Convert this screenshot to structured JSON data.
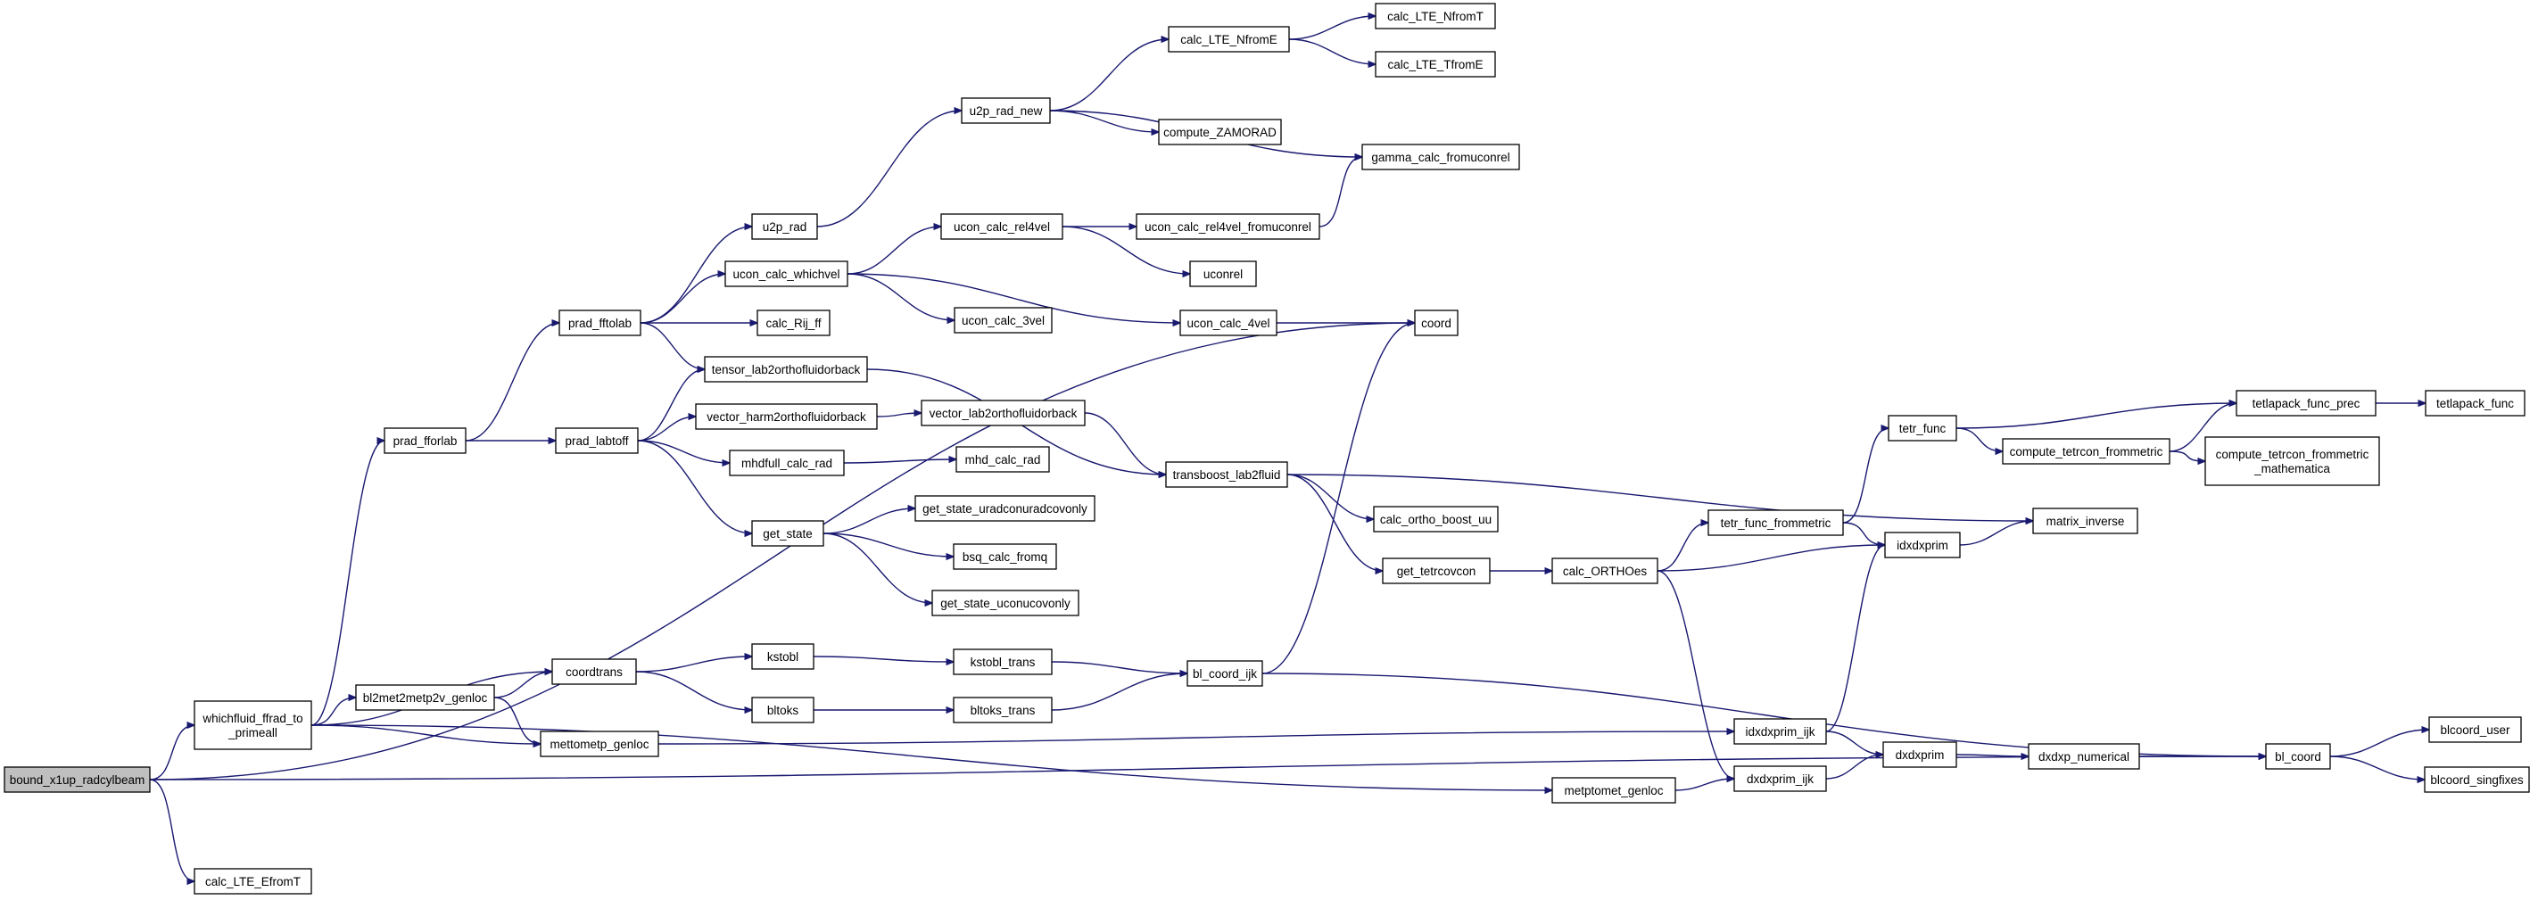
{
  "graph": {
    "root": "bound_x1up_radcylbeam",
    "nodes": [
      {
        "id": "root",
        "label": [
          "bound_x1up_radcylbeam"
        ],
        "root": true
      },
      {
        "id": "whichfluid",
        "label": [
          "whichfluid_ffrad_to",
          "_primeall"
        ]
      },
      {
        "id": "calcLTEEfromT",
        "label": [
          "calc_LTE_EfromT"
        ]
      },
      {
        "id": "coord",
        "label": [
          "coord"
        ]
      },
      {
        "id": "blcoord",
        "label": [
          "bl_coord"
        ]
      },
      {
        "id": "pradfforlab",
        "label": [
          "prad_fforlab"
        ]
      },
      {
        "id": "coordtrans",
        "label": [
          "coordtrans"
        ]
      },
      {
        "id": "bl2met",
        "label": [
          "bl2met2metp2v_genloc"
        ]
      },
      {
        "id": "mettometp",
        "label": [
          "mettometp_genloc"
        ]
      },
      {
        "id": "metptomet",
        "label": [
          "metptomet_genloc"
        ]
      },
      {
        "id": "pradfftolab",
        "label": [
          "prad_fftolab"
        ]
      },
      {
        "id": "pradlabtoff",
        "label": [
          "prad_labtoff"
        ]
      },
      {
        "id": "u2prad",
        "label": [
          "u2p_rad"
        ]
      },
      {
        "id": "u2pradnew",
        "label": [
          "u2p_rad_new"
        ]
      },
      {
        "id": "calcLTENfromE",
        "label": [
          "calc_LTE_NfromE"
        ]
      },
      {
        "id": "calcLTENfromT",
        "label": [
          "calc_LTE_NfromT"
        ]
      },
      {
        "id": "calcLTETfromE",
        "label": [
          "calc_LTE_TfromE"
        ]
      },
      {
        "id": "computeZAMO",
        "label": [
          "compute_ZAMORAD"
        ]
      },
      {
        "id": "gammacalc",
        "label": [
          "gamma_calc_fromuconrel"
        ]
      },
      {
        "id": "uconcalcwhichvel",
        "label": [
          "ucon_calc_whichvel"
        ]
      },
      {
        "id": "uconcalcrel4vel",
        "label": [
          "ucon_calc_rel4vel"
        ]
      },
      {
        "id": "uconcalcrel4velfrom",
        "label": [
          "ucon_calc_rel4vel_fromuconrel"
        ]
      },
      {
        "id": "uconrel",
        "label": [
          "uconrel"
        ]
      },
      {
        "id": "uconcalc3vel",
        "label": [
          "ucon_calc_3vel"
        ]
      },
      {
        "id": "uconcalc4vel",
        "label": [
          "ucon_calc_4vel"
        ]
      },
      {
        "id": "calcRijff",
        "label": [
          "calc_Rij_ff"
        ]
      },
      {
        "id": "tensorlab2",
        "label": [
          "tensor_lab2orthofluidorback"
        ]
      },
      {
        "id": "vectorharm",
        "label": [
          "vector_harm2orthofluidorback"
        ]
      },
      {
        "id": "vectorlab2",
        "label": [
          "vector_lab2orthofluidorback"
        ]
      },
      {
        "id": "mhdfull",
        "label": [
          "mhdfull_calc_rad"
        ]
      },
      {
        "id": "mhdcalcrad",
        "label": [
          "mhd_calc_rad"
        ]
      },
      {
        "id": "getstate",
        "label": [
          "get_state"
        ]
      },
      {
        "id": "getstateurad",
        "label": [
          "get_state_uradconuradcovonly"
        ]
      },
      {
        "id": "bsqcalc",
        "label": [
          "bsq_calc_fromq"
        ]
      },
      {
        "id": "getstateucon",
        "label": [
          "get_state_uconucovonly"
        ]
      },
      {
        "id": "transboost",
        "label": [
          "transboost_lab2fluid"
        ]
      },
      {
        "id": "calcortho",
        "label": [
          "calc_ortho_boost_uu"
        ]
      },
      {
        "id": "gettetrcov",
        "label": [
          "get_tetrcovcon"
        ]
      },
      {
        "id": "calcORTHOes",
        "label": [
          "calc_ORTHOes"
        ]
      },
      {
        "id": "tetrfuncfromm",
        "label": [
          "tetr_func_frommetric"
        ]
      },
      {
        "id": "tetrfunc",
        "label": [
          "tetr_func"
        ]
      },
      {
        "id": "computetetrcon",
        "label": [
          "compute_tetrcon_frommetric"
        ]
      },
      {
        "id": "computetetrconmath",
        "label": [
          "compute_tetrcon_frommetric",
          "_mathematica"
        ]
      },
      {
        "id": "tetlapackprec",
        "label": [
          "tetlapack_func_prec"
        ]
      },
      {
        "id": "tetlapackfunc",
        "label": [
          "tetlapack_func"
        ]
      },
      {
        "id": "matrixinverse",
        "label": [
          "matrix_inverse"
        ]
      },
      {
        "id": "idxdxprim",
        "label": [
          "idxdxprim"
        ]
      },
      {
        "id": "kstobl",
        "label": [
          "kstobl"
        ]
      },
      {
        "id": "kstobltrans",
        "label": [
          "kstobl_trans"
        ]
      },
      {
        "id": "bltoks",
        "label": [
          "bltoks"
        ]
      },
      {
        "id": "bltokstrans",
        "label": [
          "bltoks_trans"
        ]
      },
      {
        "id": "blcoordijk",
        "label": [
          "bl_coord_ijk"
        ]
      },
      {
        "id": "idxdxprimijk",
        "label": [
          "idxdxprim_ijk"
        ]
      },
      {
        "id": "dxdxprimijk",
        "label": [
          "dxdxprim_ijk"
        ]
      },
      {
        "id": "dxdxprim",
        "label": [
          "dxdxprim"
        ]
      },
      {
        "id": "dxdxpnumerical",
        "label": [
          "dxdxp_numerical"
        ]
      },
      {
        "id": "blcoorduser",
        "label": [
          "blcoord_user"
        ]
      },
      {
        "id": "blcoordsing",
        "label": [
          "blcoord_singfixes"
        ]
      }
    ],
    "edges": [
      [
        "root",
        "whichfluid"
      ],
      [
        "root",
        "calcLTEEfromT"
      ],
      [
        "root",
        "coord"
      ],
      [
        "root",
        "blcoord"
      ],
      [
        "whichfluid",
        "pradfforlab"
      ],
      [
        "whichfluid",
        "coordtrans"
      ],
      [
        "whichfluid",
        "bl2met"
      ],
      [
        "whichfluid",
        "mettometp"
      ],
      [
        "whichfluid",
        "metptomet"
      ],
      [
        "bl2met",
        "coordtrans"
      ],
      [
        "bl2met",
        "mettometp"
      ],
      [
        "pradfforlab",
        "pradfftolab"
      ],
      [
        "pradfforlab",
        "pradlabtoff"
      ],
      [
        "pradfftolab",
        "u2prad"
      ],
      [
        "pradfftolab",
        "uconcalcwhichvel"
      ],
      [
        "pradfftolab",
        "calcRijff"
      ],
      [
        "pradfftolab",
        "tensorlab2"
      ],
      [
        "u2prad",
        "u2pradnew"
      ],
      [
        "u2pradnew",
        "calcLTENfromE"
      ],
      [
        "u2pradnew",
        "computeZAMO"
      ],
      [
        "u2pradnew",
        "gammacalc"
      ],
      [
        "calcLTENfromE",
        "calcLTENfromT"
      ],
      [
        "calcLTENfromE",
        "calcLTETfromE"
      ],
      [
        "uconcalcwhichvel",
        "uconcalcrel4vel"
      ],
      [
        "uconcalcwhichvel",
        "uconcalc3vel"
      ],
      [
        "uconcalcwhichvel",
        "uconcalc4vel"
      ],
      [
        "uconcalcrel4vel",
        "uconcalcrel4velfrom"
      ],
      [
        "uconcalcrel4vel",
        "uconrel"
      ],
      [
        "uconcalcrel4velfrom",
        "gammacalc"
      ],
      [
        "uconcalc4vel",
        "coord"
      ],
      [
        "pradlabtoff",
        "tensorlab2"
      ],
      [
        "pradlabtoff",
        "vectorharm"
      ],
      [
        "pradlabtoff",
        "mhdfull"
      ],
      [
        "pradlabtoff",
        "getstate"
      ],
      [
        "tensorlab2",
        "transboost"
      ],
      [
        "vectorharm",
        "vectorlab2"
      ],
      [
        "vectorlab2",
        "transboost"
      ],
      [
        "mhdfull",
        "mhdcalcrad"
      ],
      [
        "getstate",
        "getstateurad"
      ],
      [
        "getstate",
        "bsqcalc"
      ],
      [
        "getstate",
        "getstateucon"
      ],
      [
        "transboost",
        "calcortho"
      ],
      [
        "transboost",
        "gettetrcov"
      ],
      [
        "transboost",
        "matrixinverse"
      ],
      [
        "gettetrcov",
        "calcORTHOes"
      ],
      [
        "calcORTHOes",
        "tetrfuncfromm"
      ],
      [
        "calcORTHOes",
        "idxdxprim"
      ],
      [
        "calcORTHOes",
        "dxdxprimijk"
      ],
      [
        "tetrfuncfromm",
        "tetrfunc"
      ],
      [
        "tetrfuncfromm",
        "idxdxprim"
      ],
      [
        "tetrfunc",
        "computetetrcon"
      ],
      [
        "tetrfunc",
        "tetlapackprec"
      ],
      [
        "computetetrcon",
        "tetlapackprec"
      ],
      [
        "computetetrcon",
        "computetetrconmath"
      ],
      [
        "tetlapackprec",
        "tetlapackfunc"
      ],
      [
        "idxdxprim",
        "matrixinverse"
      ],
      [
        "coordtrans",
        "kstobl"
      ],
      [
        "coordtrans",
        "bltoks"
      ],
      [
        "kstobl",
        "kstobltrans"
      ],
      [
        "bltoks",
        "bltokstrans"
      ],
      [
        "kstobltrans",
        "blcoordijk"
      ],
      [
        "bltokstrans",
        "blcoordijk"
      ],
      [
        "blcoordijk",
        "coord"
      ],
      [
        "blcoordijk",
        "blcoord"
      ],
      [
        "mettometp",
        "idxdxprimijk"
      ],
      [
        "metptomet",
        "dxdxprimijk"
      ],
      [
        "idxdxprimijk",
        "idxdxprim"
      ],
      [
        "idxdxprimijk",
        "dxdxprim"
      ],
      [
        "dxdxprimijk",
        "dxdxprim"
      ],
      [
        "dxdxprim",
        "dxdxpnumerical"
      ],
      [
        "dxdxpnumerical",
        "blcoord"
      ],
      [
        "blcoord",
        "blcoorduser"
      ],
      [
        "blcoord",
        "blcoordsing"
      ]
    ]
  }
}
